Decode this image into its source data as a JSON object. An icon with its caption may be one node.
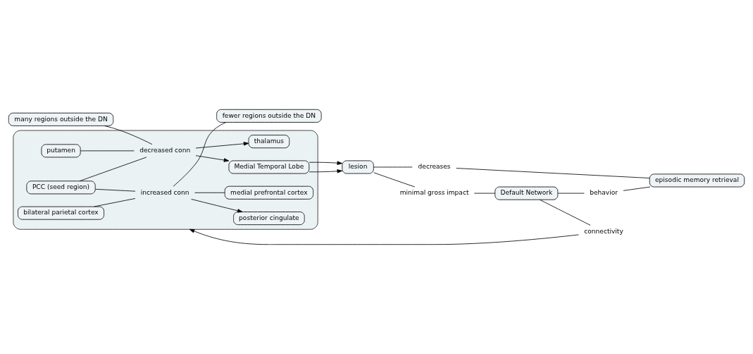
{
  "diagram": {
    "nodes": [
      {
        "text": [],
        "shape": "box"
      },
      {
        "text": [
          "PCC (seed region)"
        ],
        "in": 0
      },
      {
        "text": [
          "Medial Temporal Lobe"
        ],
        "in": 0
      },
      {
        "text": [
          "decreased conn"
        ],
        "in": 0
      },
      {
        "text": [
          "thalamus"
        ],
        "in": 0
      },
      {
        "text": [
          "putamen"
        ],
        "in": 0
      },
      {
        "text": [
          "increased conn"
        ],
        "in": 0
      },
      {
        "text": [
          "posterior cingulate"
        ],
        "in": 0
      },
      {
        "text": [
          "bilateral parietal cortex"
        ],
        "in": 0
      },
      {
        "text": [
          "medial prefrontal cortex"
        ],
        "in": 0
      },
      {
        "text": [
          "minimal gross impact"
        ]
      },
      {
        "text": [
          "lesion"
        ]
      },
      {
        "text": [
          "Default Network"
        ]
      },
      {
        "text": [
          "connectivity"
        ]
      },
      {
        "text": [
          "decreases"
        ]
      },
      {
        "text": [
          "behavior"
        ]
      },
      {
        "text": [
          "episodic memory retrieval"
        ]
      },
      {
        "text": [
          "many regions outside the DN"
        ]
      },
      {
        "text": [
          "fewer regions outside the DN"
        ]
      }
    ],
    "edges": [
      {
        "from": 1,
        "to": 3,
        "arrow": "none"
      },
      {
        "from": 5,
        "to": 3,
        "arrow": "none"
      },
      {
        "from": 17,
        "to": 3,
        "arrow": "none"
      },
      {
        "from": 3,
        "to": 2,
        "arrow": "to"
      },
      {
        "from": 3,
        "to": 4,
        "arrow": "to"
      },
      {
        "from": 1,
        "to": 6,
        "arrow": "none"
      },
      {
        "from": 8,
        "to": 6,
        "arrow": "none"
      },
      {
        "from": 6,
        "to": 7,
        "arrow": "to"
      },
      {
        "from": 6,
        "to": 9,
        "arrow": "none"
      },
      {
        "from": 6,
        "to": 18,
        "arrow": "none"
      },
      {
        "from": 2,
        "to": 11,
        "arrow": "to"
      },
      {
        "from": 2,
        "to": 11,
        "arrow": "to"
      },
      {
        "from": 11,
        "to": 10,
        "arrow": "none"
      },
      {
        "from": 10,
        "to": 12,
        "arrow": "none"
      },
      {
        "from": 11,
        "to": 14,
        "arrow": "none"
      },
      {
        "from": 14,
        "to": 16,
        "arrow": "none"
      },
      {
        "from": 12,
        "to": 15,
        "arrow": "none"
      },
      {
        "from": 15,
        "to": 16,
        "arrow": "none"
      },
      {
        "from": 12,
        "to": 13,
        "arrow": "none"
      },
      {
        "from": 13,
        "to": 0,
        "arrow": "to"
      }
    ]
  }
}
